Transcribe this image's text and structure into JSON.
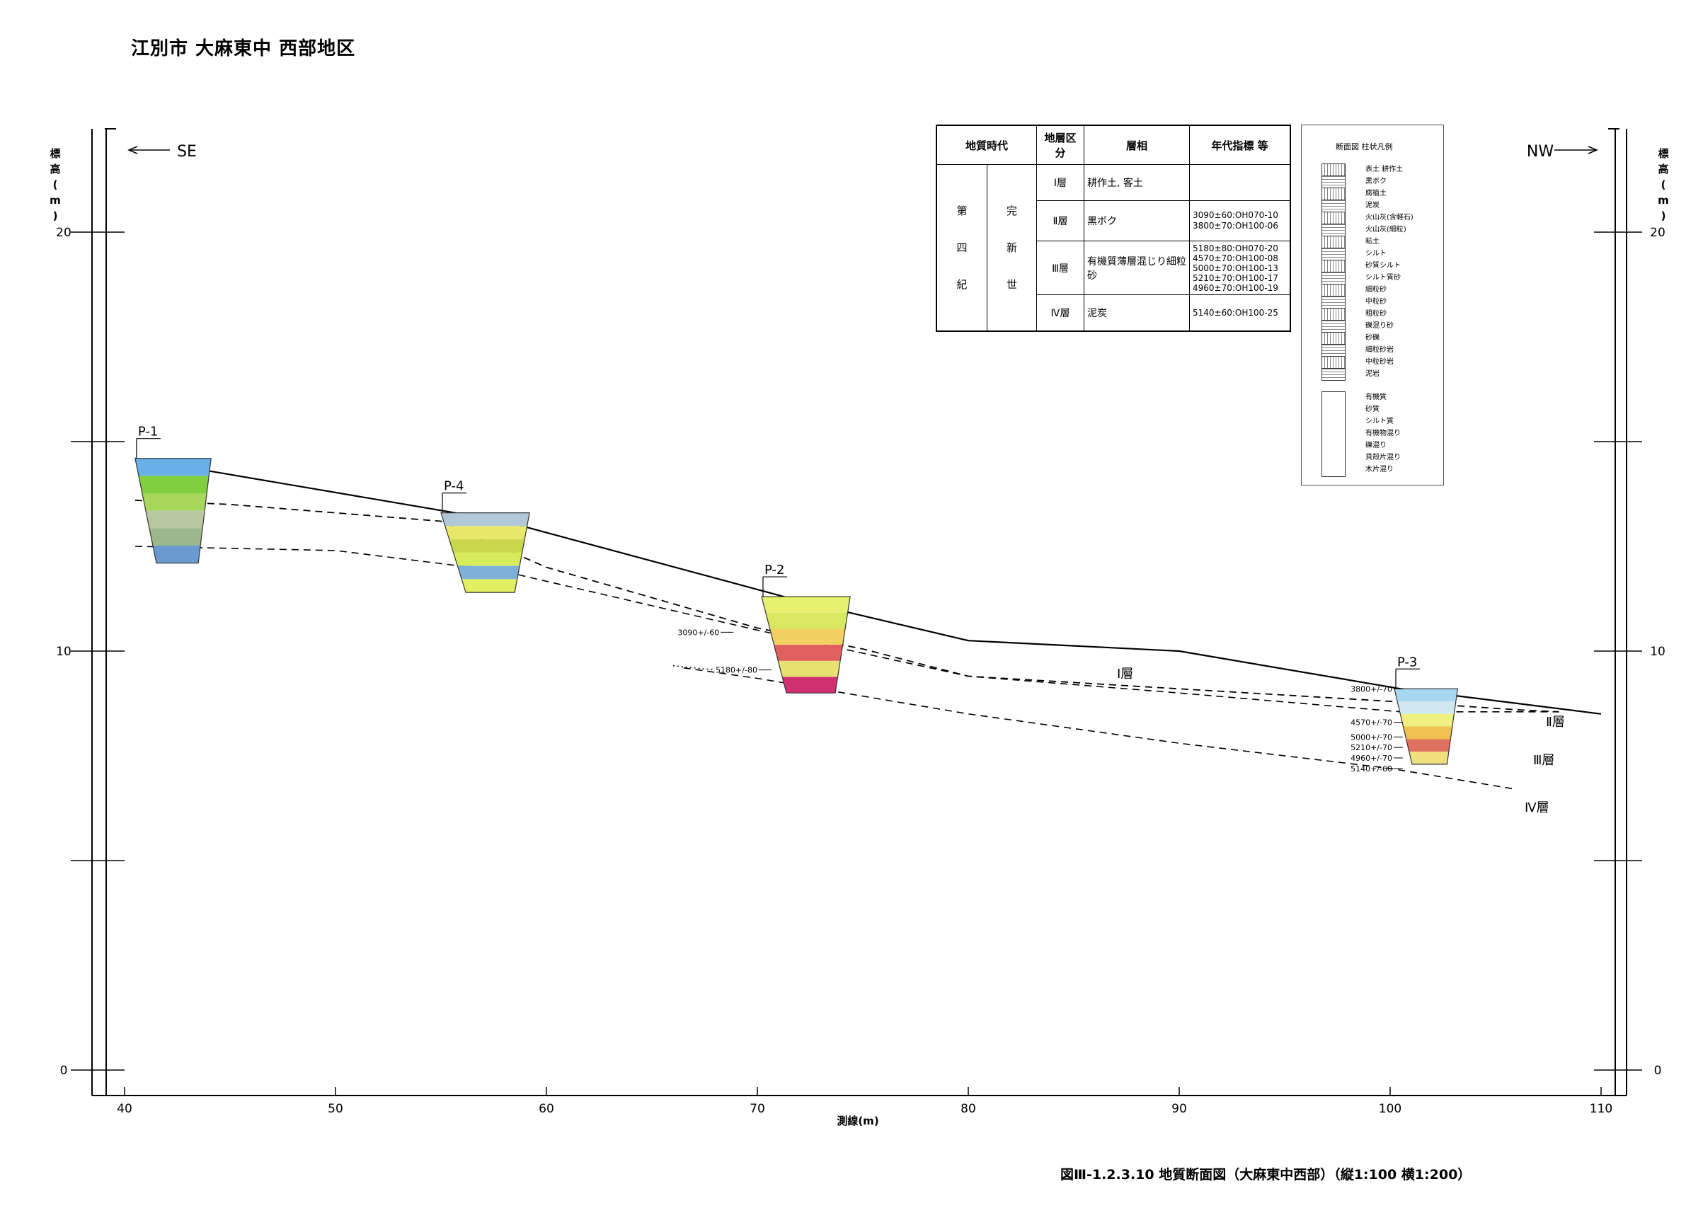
{
  "title": "江別市 大麻東中 西部地区",
  "caption": "図Ⅲ-1.2.3.10 地質断面図（大麻東中西部）（縦1:100 横1:200）",
  "axes": {
    "x_label": "測線(m)",
    "y_label": [
      "標",
      "高",
      "(",
      "m",
      ")"
    ],
    "x_ticks": [
      "40",
      "50",
      "60",
      "70",
      "80",
      "90",
      "100",
      "110"
    ],
    "y_ticks": [
      "0",
      "10",
      "20"
    ],
    "y_ticks_right": [
      "0",
      "10",
      "20"
    ],
    "dir_left": "SE",
    "dir_right": "NW"
  },
  "boreholes": [
    "P-1",
    "P-4",
    "P-2",
    "P-3"
  ],
  "dates": {
    "p2": [
      "3090+/-60",
      "5180+/-80"
    ],
    "p3": [
      "3800+/-70",
      "4570+/-70",
      "5000+/-70",
      "5210+/-70",
      "4960+/-70",
      "5140+/-60"
    ]
  },
  "layer_labels": [
    "Ⅰ層",
    "Ⅱ層",
    "Ⅲ層",
    "Ⅳ層"
  ],
  "strat_table": {
    "headers": [
      "地質時代",
      "地層区分",
      "層相",
      "年代指標 等"
    ],
    "era1": [
      "第",
      "四",
      "紀"
    ],
    "era2": [
      "完",
      "新",
      "世"
    ],
    "rows": [
      {
        "layer": "Ⅰ層",
        "facies": "耕作土, 客土",
        "age": ""
      },
      {
        "layer": "Ⅱ層",
        "facies": "黒ボク",
        "age": "3090±60:OH070-10\n3800±70:OH100-06"
      },
      {
        "layer": "Ⅲ層",
        "facies": "有機質薄層混じり細粒砂",
        "age": "5180±80:OH070-20\n4570±70:OH100-08\n5000±70:OH100-13\n5210±70:OH100-17\n4960±70:OH100-19"
      },
      {
        "layer": "Ⅳ層",
        "facies": "泥炭",
        "age": "5140±60:OH100-25"
      }
    ]
  },
  "column_legend": {
    "heading": "断面図 柱状凡例",
    "items": [
      "表土 耕作土",
      "黒ボク",
      "腐植土",
      "泥炭",
      "火山灰(含軽石)",
      "火山灰(細粒)",
      "粘土",
      "シルト",
      "砂質シルト",
      "シルト質砂",
      "細粒砂",
      "中粒砂",
      "粗粒砂",
      "礫混り砂",
      "砂礫",
      "細粒砂岩",
      "中粒砂岩",
      "泥岩"
    ],
    "items2": [
      "有機質",
      "砂質",
      "シルト質",
      "有機物混り",
      "礫混り",
      "貝殻片混り",
      "木片混り"
    ]
  }
}
